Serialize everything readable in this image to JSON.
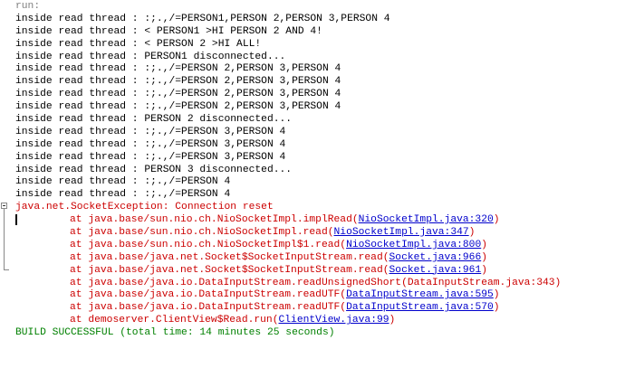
{
  "output": {
    "run_label": "run:",
    "thread_lines": [
      "inside read thread : :;.,/=PERSON1,PERSON 2,PERSON 3,PERSON 4",
      "inside read thread : < PERSON1 >HI PERSON 2 AND 4!",
      "inside read thread : < PERSON 2 >HI ALL!",
      "inside read thread : PERSON1 disconnected...",
      "inside read thread : :;.,/=PERSON 2,PERSON 3,PERSON 4",
      "inside read thread : :;.,/=PERSON 2,PERSON 3,PERSON 4",
      "inside read thread : :;.,/=PERSON 2,PERSON 3,PERSON 4",
      "inside read thread : :;.,/=PERSON 2,PERSON 3,PERSON 4",
      "inside read thread : PERSON 2 disconnected...",
      "inside read thread : :;.,/=PERSON 3,PERSON 4",
      "inside read thread : :;.,/=PERSON 3,PERSON 4",
      "inside read thread : :;.,/=PERSON 3,PERSON 4",
      "inside read thread : PERSON 3 disconnected...",
      "inside read thread : :;.,/=PERSON 4",
      "inside read thread : :;.,/=PERSON 4"
    ],
    "exception": "java.net.SocketException: Connection reset",
    "stack": [
      {
        "prefix": "at java.base/sun.nio.ch.NioSocketImpl.implRead(",
        "link": "NioSocketImpl.java:320",
        "suffix": ")"
      },
      {
        "prefix": "at java.base/sun.nio.ch.NioSocketImpl.read(",
        "link": "NioSocketImpl.java:347",
        "suffix": ")"
      },
      {
        "prefix": "at java.base/sun.nio.ch.NioSocketImpl$1.read(",
        "link": "NioSocketImpl.java:800",
        "suffix": ")"
      },
      {
        "prefix": "at java.base/java.net.Socket$SocketInputStream.read(",
        "link": "Socket.java:966",
        "suffix": ")"
      },
      {
        "prefix": "at java.base/java.net.Socket$SocketInputStream.read(",
        "link": "Socket.java:961",
        "suffix": ")"
      },
      {
        "prefix": "at java.base/java.io.DataInputStream.readUnsignedShort(DataInputStream.java:343)",
        "link": "",
        "suffix": ""
      },
      {
        "prefix": "at java.base/java.io.DataInputStream.readUTF(",
        "link": "DataInputStream.java:595",
        "suffix": ")"
      },
      {
        "prefix": "at java.base/java.io.DataInputStream.readUTF(",
        "link": "DataInputStream.java:570",
        "suffix": ")"
      },
      {
        "prefix": "at demoserver.ClientView$Read.run(",
        "link": "ClientView.java:99",
        "suffix": ")"
      }
    ],
    "build_status": "BUILD SUCCESSFUL (total time: 14 minutes 25 seconds)"
  },
  "colors": {
    "normal": "#000000",
    "error": "#cc0000",
    "link": "#0000cc",
    "build": "#008000",
    "run": "#808080"
  },
  "icons": {
    "fold": "fold-collapse-icon"
  }
}
